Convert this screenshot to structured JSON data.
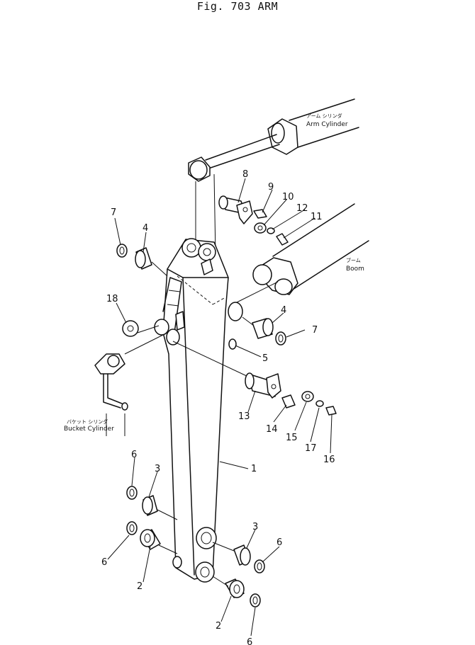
{
  "figure": {
    "title": "Fig. 703   ARM"
  },
  "labels": {
    "arm_cylinder_jp": "アーム シリンダ",
    "arm_cylinder": "Arm Cylinder",
    "boom_jp": "ブーム",
    "boom": "Boom",
    "bucket_cylinder_jp": "バケット シリンダ",
    "bucket_cylinder": "Bucket Cylinder"
  },
  "callouts": {
    "arm": "1",
    "bushing_2_left": "2",
    "bushing_2_right": "2",
    "bushing_3_left": "3",
    "bushing_3_right": "3",
    "bushing_4_left": "4",
    "bushing_4_right": "4",
    "fitting_5": "5",
    "seal_6_top_left": "6",
    "seal_6_mid_left": "6",
    "seal_6_right": "6",
    "seal_6_bottom": "6",
    "seal_7_left": "7",
    "seal_7_right": "7",
    "pin_8": "8",
    "grease_fitting_9": "9",
    "washer_10": "10",
    "bolt_11": "11",
    "washer_12": "12",
    "pin_13": "13",
    "grease_fitting_14": "14",
    "washer_15": "15",
    "bolt_16": "16",
    "washer_17": "17",
    "shim_18": "18"
  }
}
